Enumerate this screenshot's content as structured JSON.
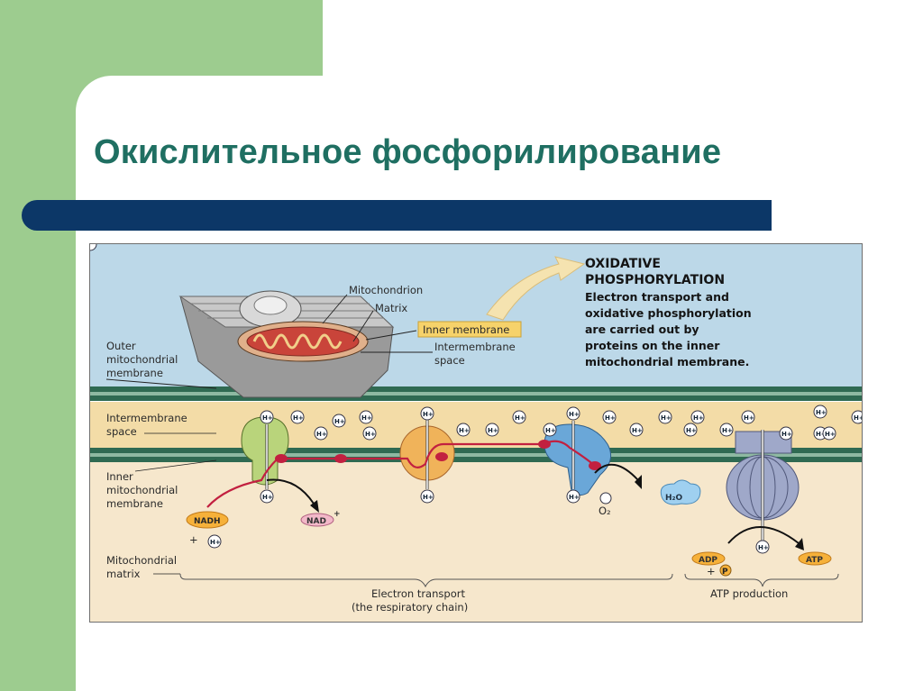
{
  "slide": {
    "title": "Окислительное фосфорилирование"
  },
  "colors": {
    "title": "#1f6f62",
    "bar": "#0c3767",
    "sidebar_green": "#9dcc8f",
    "sky": "#bcd8e8",
    "intermembrane": "#f3dca7",
    "matrix": "#f6e7cc"
  },
  "figure": {
    "heading_line1": "OXIDATIVE",
    "heading_line2": "PHOSPHORYLATION",
    "text_lines": [
      "Electron transport and",
      "oxidative phosphorylation",
      "are carried out by",
      "proteins on the inner",
      "mitochondrial membrane."
    ],
    "callouts": {
      "mitochondrion": "Mitochondrion",
      "matrix": "Matrix",
      "inner_membrane": "Inner membrane",
      "intermembrane_line1": "Intermembrane",
      "intermembrane_line2": "space"
    },
    "side_labels": {
      "outer_line1": "Outer",
      "outer_line2": "mitochondrial",
      "outer_line3": "membrane",
      "ims_line1": "Intermembrane",
      "ims_line2": "space",
      "inner_line1": "Inner",
      "inner_line2": "mitochondrial",
      "inner_line3": "membrane",
      "matrix_line1": "Mitochondrial",
      "matrix_line2": "matrix"
    },
    "molecules": {
      "nadh": "NADH",
      "nad": "NAD",
      "nad_sup": "+",
      "h": "H",
      "h_sup": "+",
      "plus": "+",
      "h2o": "H₂O",
      "o2": "O₂",
      "adp": "ADP",
      "p": "P",
      "atp": "ATP"
    },
    "bottom": {
      "et_line1": "Electron transport",
      "et_line2": "(the respiratory chain)",
      "atp_production": "ATP production"
    }
  }
}
